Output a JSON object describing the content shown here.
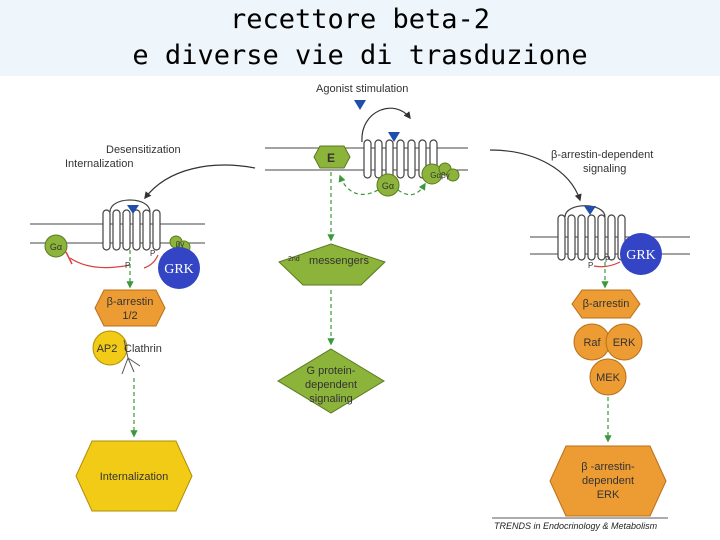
{
  "title": {
    "line1": "recettore beta-2",
    "line2": "e diverse vie di trasduzione"
  },
  "center": {
    "agonist_label": "Agonist stimulation",
    "receptor_label": "E",
    "g_alpha": "Gα",
    "g_alpha_beta_gamma": "Gαβγ",
    "second_messengers_sup": "2nd",
    "second_messengers": "messengers",
    "gprotein_box": [
      "G protein-",
      "dependent",
      "signaling"
    ]
  },
  "left": {
    "desensitization": "Desensitization",
    "internalization": "Internalization",
    "g_alpha": "Gα",
    "beta_gamma": "βγ",
    "phospho": "P",
    "arrestin_box": [
      "β-arrestin",
      "1/2"
    ],
    "ap2": "AP2",
    "clathrin": "Clathrin",
    "grk_badge": "GRK",
    "final_box": "Internalization"
  },
  "right": {
    "arrestin_signaling": [
      "β-arrestin-dependent",
      "signaling"
    ],
    "phospho": "P",
    "arrestin_box": "β-arrestin",
    "raf": "Raf",
    "erk": "ERK",
    "mek": "MEK",
    "grk_badge": "GRK",
    "final_box": [
      "β -arrestin-",
      "dependent",
      "ERK"
    ]
  },
  "source_note": "TRENDS in Endocrinology & Metabolism",
  "colors": {
    "green_fill": "#8cb33a",
    "orange_fill": "#ed9b33",
    "yellow_fill": "#f2cb16",
    "grk_fill": "#3345c4",
    "receptor_blue": "#1f4fa8",
    "arrow_green": "#3a9a3a",
    "inhibit_red": "#d94040"
  }
}
